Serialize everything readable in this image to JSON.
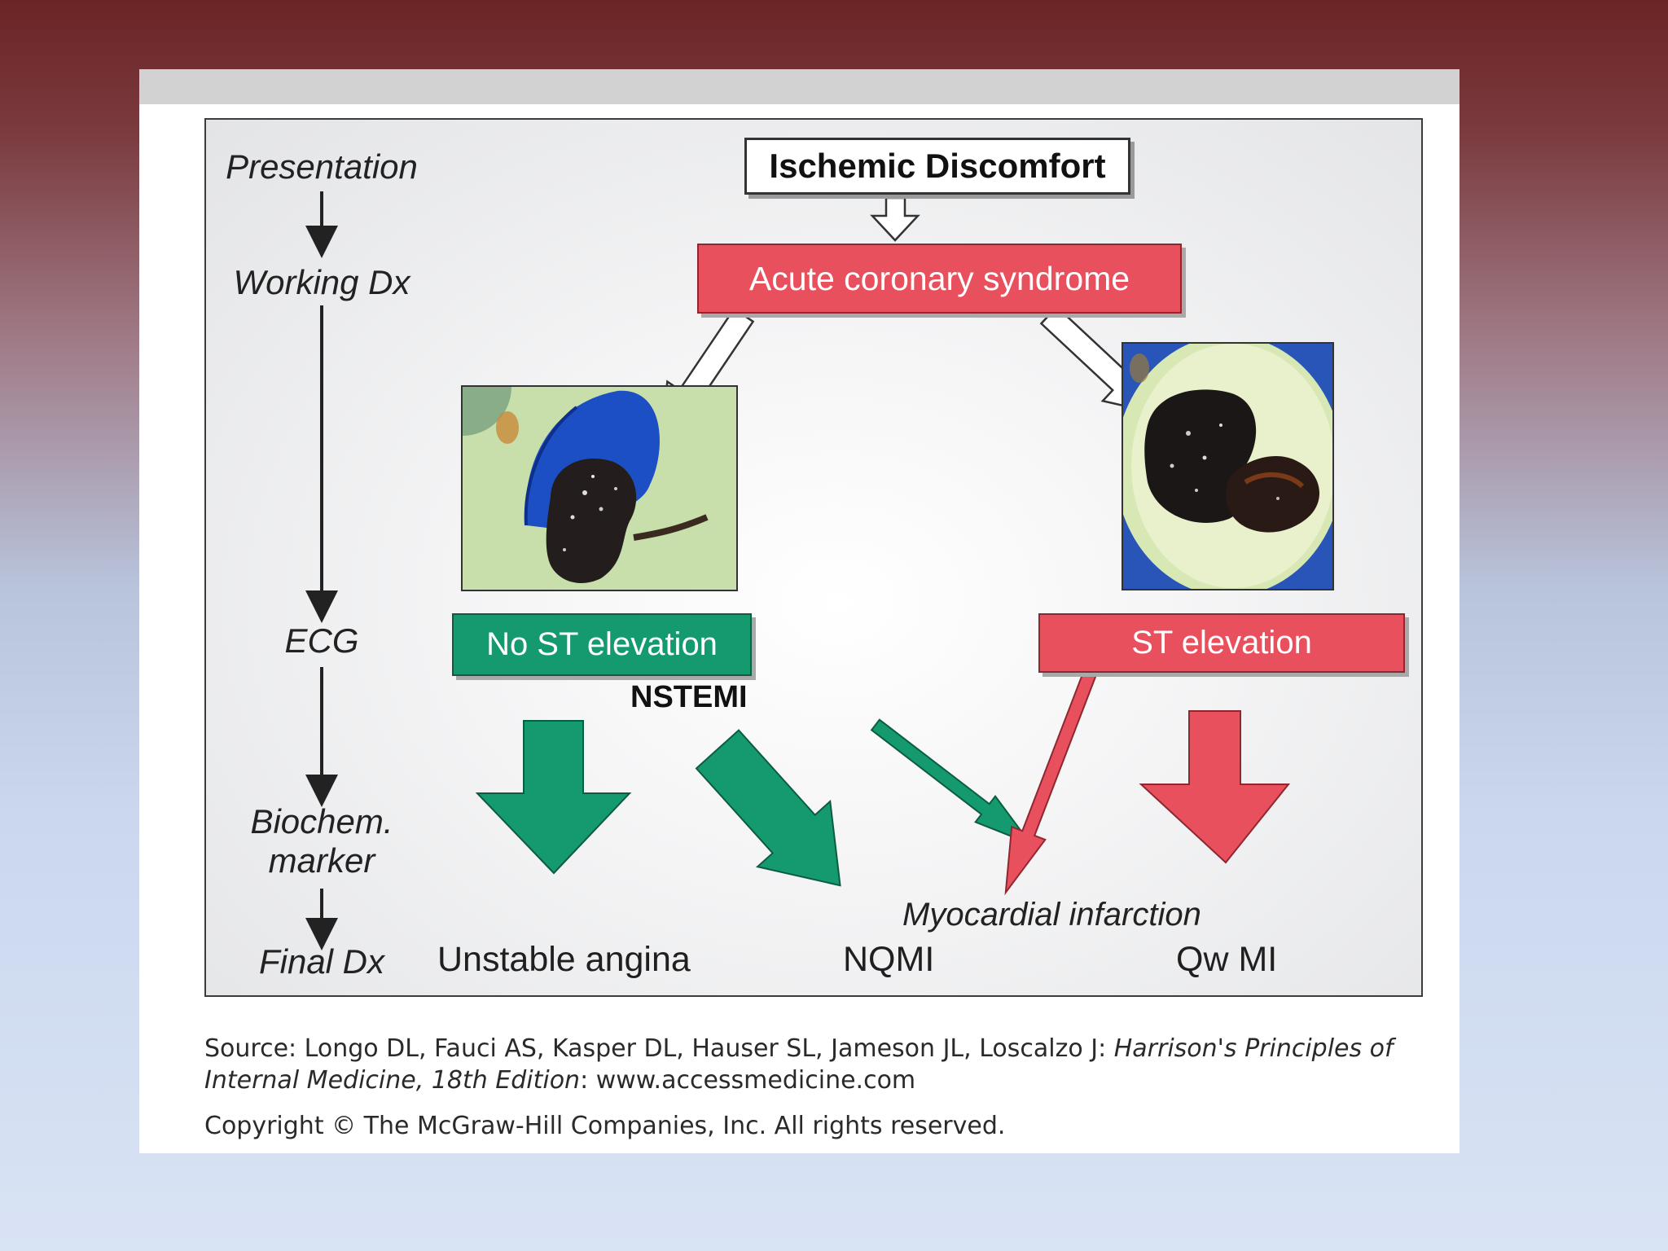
{
  "stages": {
    "presentation": "Presentation",
    "working_dx": "Working Dx",
    "ecg": "ECG",
    "biochem_line1": "Biochem.",
    "biochem_line2": "marker",
    "final_dx": "Final Dx"
  },
  "boxes": {
    "ischemic": "Ischemic Discomfort",
    "acs": "Acute coronary syndrome",
    "no_st": "No ST elevation",
    "st": "ST elevation"
  },
  "labels": {
    "nstemi": "NSTEMI",
    "mi": "Myocardial infarction"
  },
  "final": {
    "unstable": "Unstable angina",
    "nqmi": "NQMI",
    "qwmi": "Qw MI"
  },
  "caption": {
    "source_prefix": "Source: Longo DL, Fauci AS, Kasper DL, Hauser SL, Jameson JL, Loscalzo J: ",
    "source_title": "Harrison's Principles of Internal Medicine, 18th Edition",
    "source_suffix": ": www.accessmedicine.com",
    "copyright": "Copyright © The McGraw-Hill Companies, Inc. All rights reserved."
  },
  "colors": {
    "red": "#e8505e",
    "green": "#159a6f",
    "slide_top": "#6b2426",
    "slide_bottom": "#d9e3f4"
  }
}
